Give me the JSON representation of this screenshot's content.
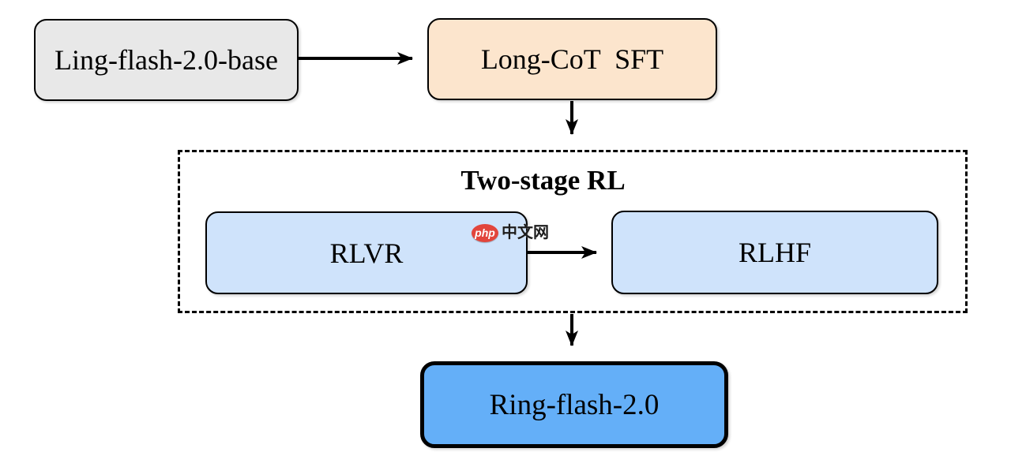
{
  "page": {
    "background": "#ffffff"
  },
  "diagram": {
    "nodes": {
      "base": {
        "label": "Ling-flash-2.0-base",
        "fill": "#e8e8e8",
        "border": "#000000"
      },
      "sft": {
        "label": "Long-CoT  SFT",
        "fill": "#fce5cd",
        "border": "#000000"
      },
      "rlvr": {
        "label": "RLVR",
        "fill": "#cfe3fb",
        "border": "#000000"
      },
      "rlhf": {
        "label": "RLHF",
        "fill": "#cfe3fb",
        "border": "#000000"
      },
      "ring": {
        "label": "Ring-flash-2.0",
        "fill": "#64aff8",
        "border": "#000000"
      }
    },
    "group": {
      "title": "Two-stage RL",
      "border_style": "dashed",
      "border_color": "#000000"
    },
    "arrow_color": "#000000"
  },
  "watermark": {
    "badge_text": "php",
    "site_text": "中文网",
    "badge_color": "#e2453c",
    "badge_text_color": "#ffffff",
    "text_color": "#1c1c1c"
  }
}
